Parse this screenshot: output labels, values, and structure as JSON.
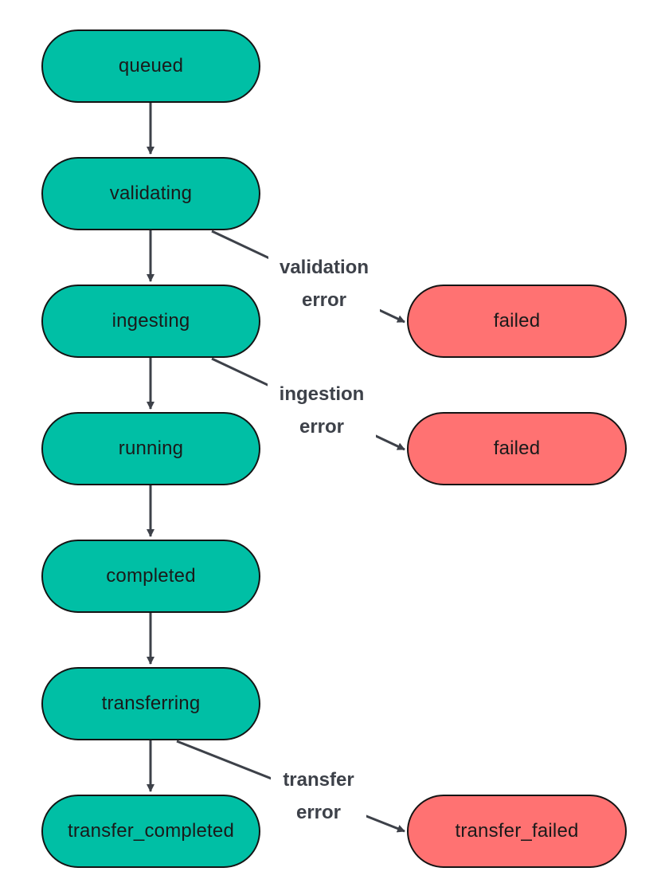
{
  "nodes": {
    "queued": "queued",
    "validating": "validating",
    "ingesting": "ingesting",
    "running": "running",
    "completed": "completed",
    "transferring": "transferring",
    "transfer_completed": "transfer_completed",
    "failed_validation": "failed",
    "failed_ingestion": "failed",
    "transfer_failed": "transfer_failed"
  },
  "edge_labels": {
    "validation_error": [
      "validation",
      "error"
    ],
    "ingestion_error": [
      "ingestion",
      "error"
    ],
    "transfer_error": [
      "transfer",
      "error"
    ]
  },
  "colors": {
    "state_node": "#00bfa5",
    "failure_node": "#ff7272",
    "edge": "#3d4149"
  }
}
